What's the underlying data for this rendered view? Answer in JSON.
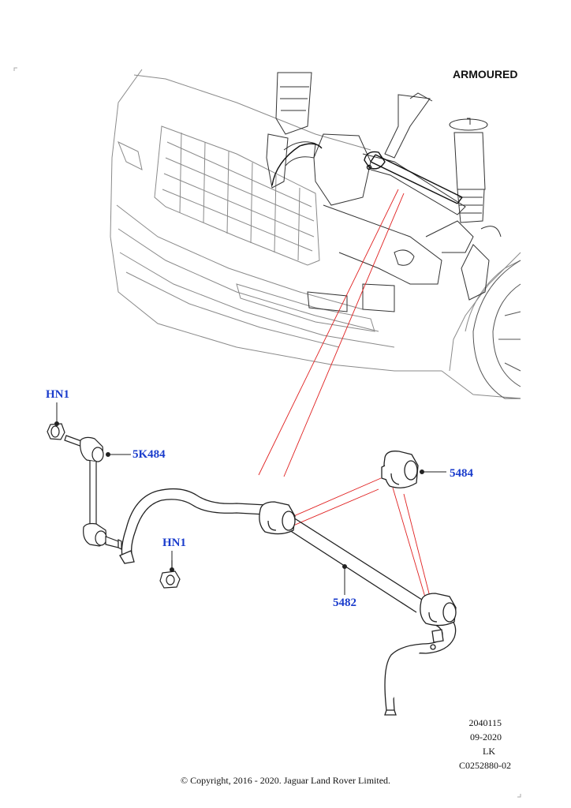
{
  "variant_label": "ARMOURED",
  "callouts": {
    "hn1_top": "HN1",
    "link": "5K484",
    "bush": "5484",
    "hn1_nut": "HN1",
    "bar": "5482"
  },
  "info": {
    "code": "2040115",
    "date": "09-2020",
    "author": "LK",
    "ref": "C0252880-02"
  },
  "copyright": "© Copyright, 2016 - 2020. Jaguar Land Rover Limited.",
  "colors": {
    "callout": "#1a3ccc",
    "leader": "#e02020",
    "line": "#222222"
  }
}
